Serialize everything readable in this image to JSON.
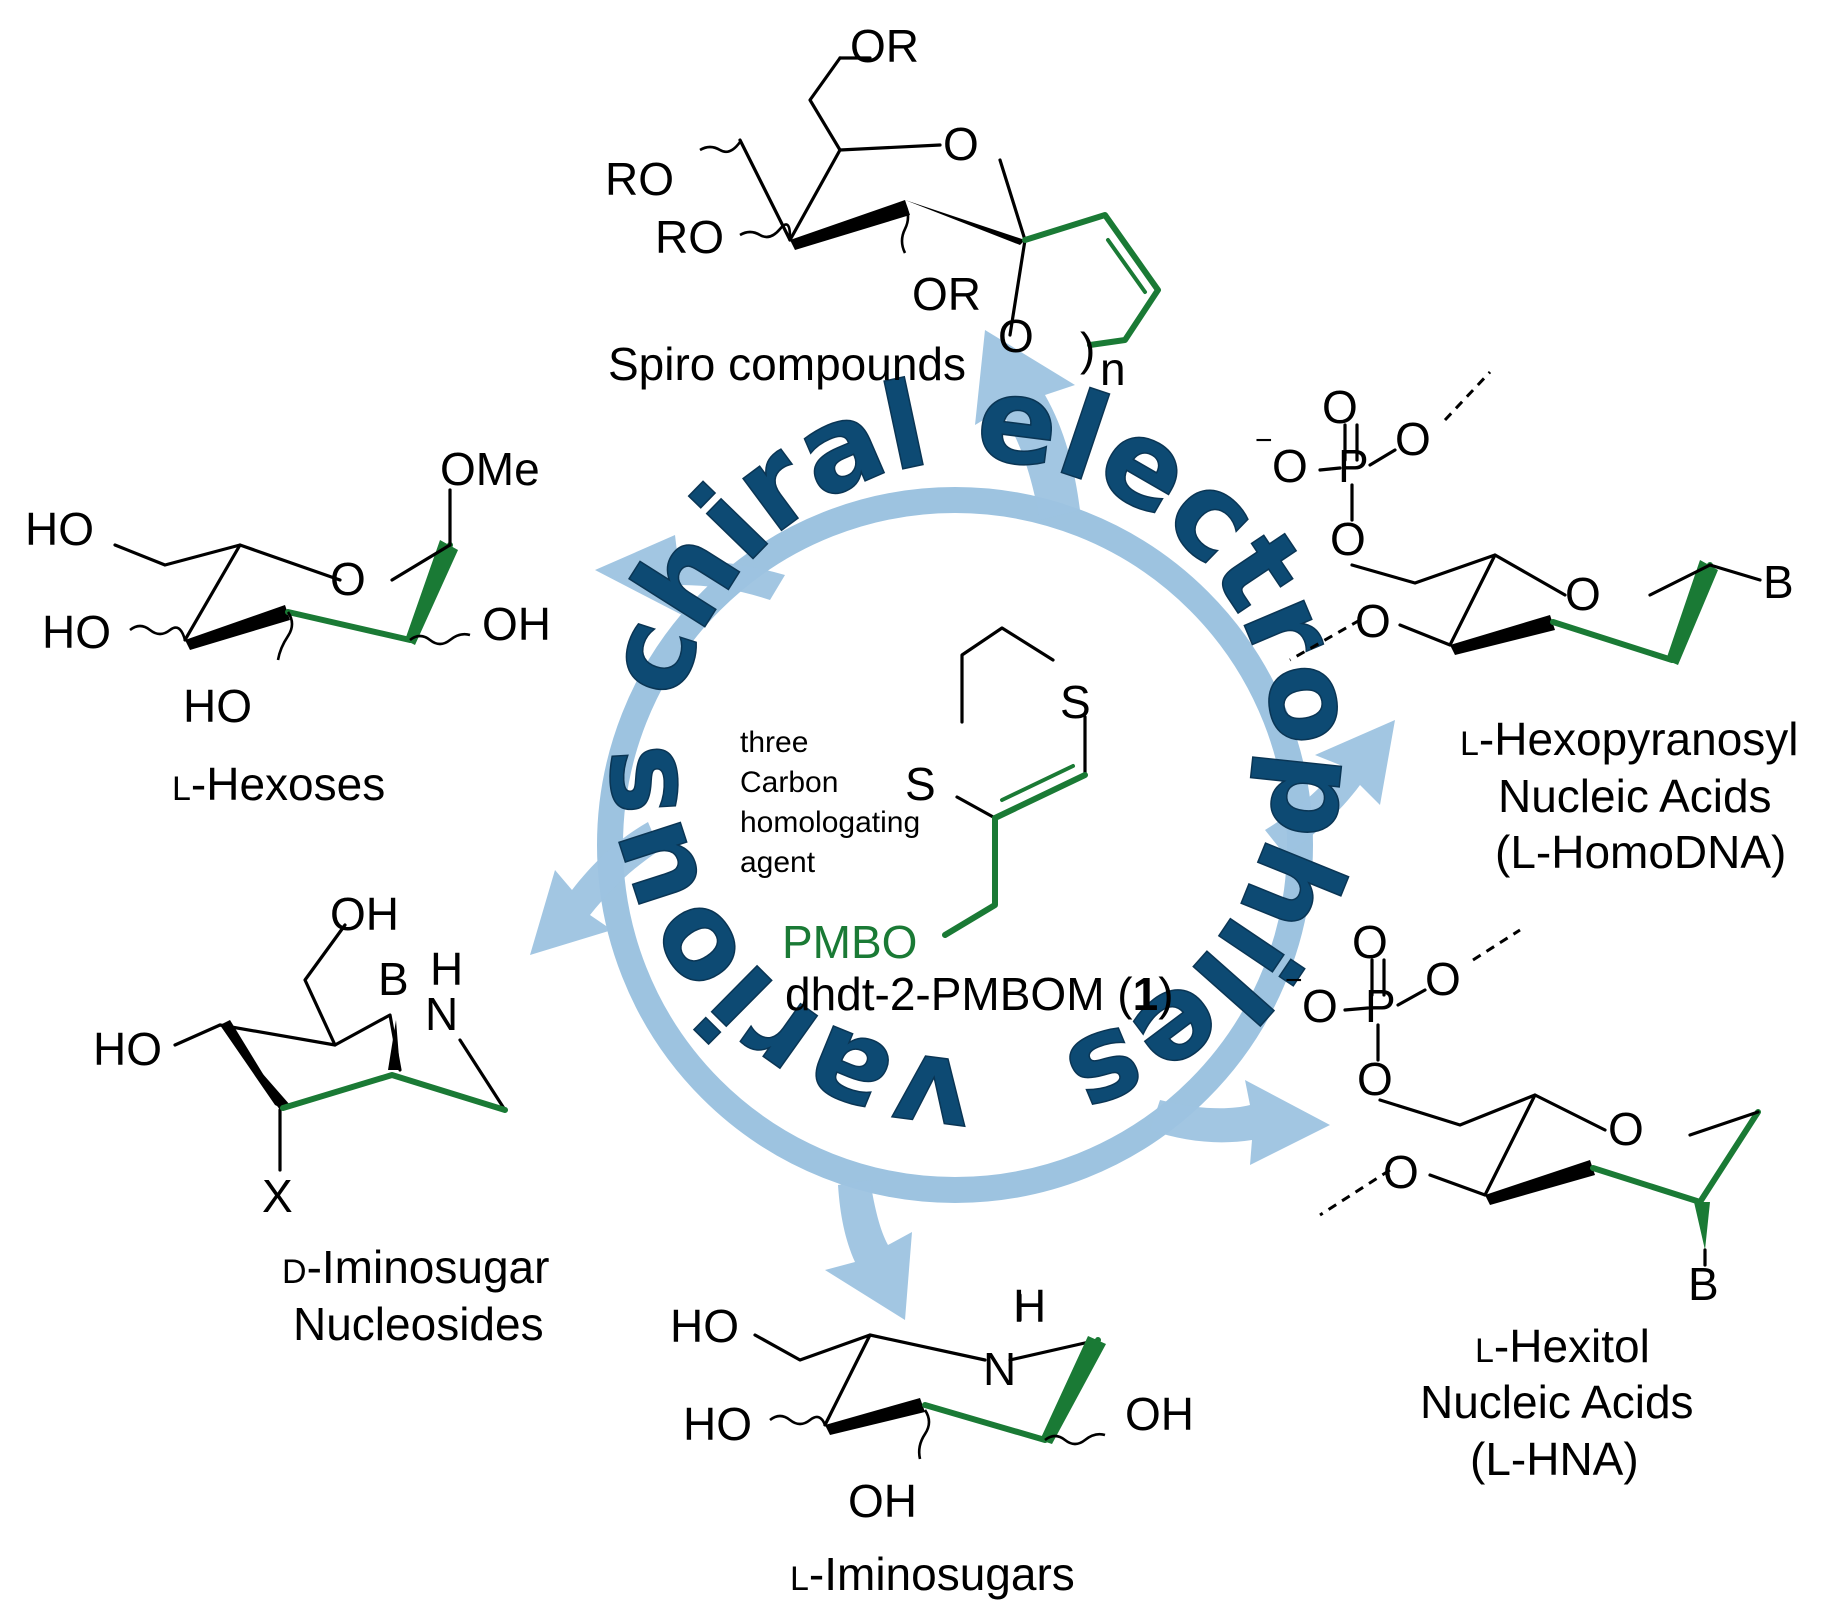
{
  "center": {
    "ring_text": "various chiral electrophiles",
    "agent_note": [
      "three",
      "Carbon",
      "homologating",
      "agent"
    ],
    "pmbo_label": "PMBO",
    "compound_name_prefix": "dhdt-2-PMBOM (",
    "compound_number": "1",
    "compound_name_suffix": ")",
    "sulfur_1": "S",
    "sulfur_2": "S"
  },
  "products": {
    "spiro": {
      "label": "Spiro compounds",
      "atoms": {
        "or_top": "OR",
        "ring_o": "O",
        "ro_1": "RO",
        "ro_2": "RO",
        "or_bottom": "OR",
        "o_cycle": "O",
        "paren": ")",
        "n": "n"
      }
    },
    "hexoses": {
      "label_small": "L",
      "label_rest": "-Hexoses",
      "atoms": {
        "ome": "OMe",
        "ho_1": "HO",
        "ring_o": "O",
        "ho_2": "HO",
        "oh": "OH",
        "ho_3": "HO"
      }
    },
    "homodna": {
      "label_line1_small": "L",
      "label_line1_rest": "-Hexopyranosyl",
      "label_line2": "Nucleic Acids",
      "label_line3": "(L-HomoDNA)",
      "atoms": {
        "o_double": "O",
        "o_minus": "O",
        "minus": "−",
        "p": "P",
        "o_right": "O",
        "o_link": "O",
        "o_ring": "O",
        "b": "B",
        "o_left": "O"
      }
    },
    "iminosugar_nucleosides": {
      "label_line1_small": "D",
      "label_line1_rest": "-Iminosugar",
      "label_line2": "Nucleosides",
      "atoms": {
        "oh": "OH",
        "b": "B",
        "h": "H",
        "n": "N",
        "ho": "HO",
        "x": "X"
      }
    },
    "iminosugars": {
      "label_small": "L",
      "label_rest": "-Iminosugars",
      "atoms": {
        "h": "H",
        "ho_1": "HO",
        "n": "N",
        "ho_2": "HO",
        "oh": "OH",
        "oh_2": "OH"
      }
    },
    "hna": {
      "label_line1_small": "L",
      "label_line1_rest": "-Hexitol",
      "label_line2": "Nucleic Acids",
      "label_line3": "(L-HNA)",
      "atoms": {
        "o_double": "O",
        "o_minus": "O",
        "minus": "−",
        "p": "P",
        "o_right": "O",
        "o_link": "O",
        "o_ring": "O",
        "o_left": "O",
        "b": "B"
      }
    }
  },
  "colors": {
    "highlight_green": "#1a7a35",
    "arrow_blue": "#9dc3e0",
    "ring_text_blue": "#0d4a73"
  }
}
